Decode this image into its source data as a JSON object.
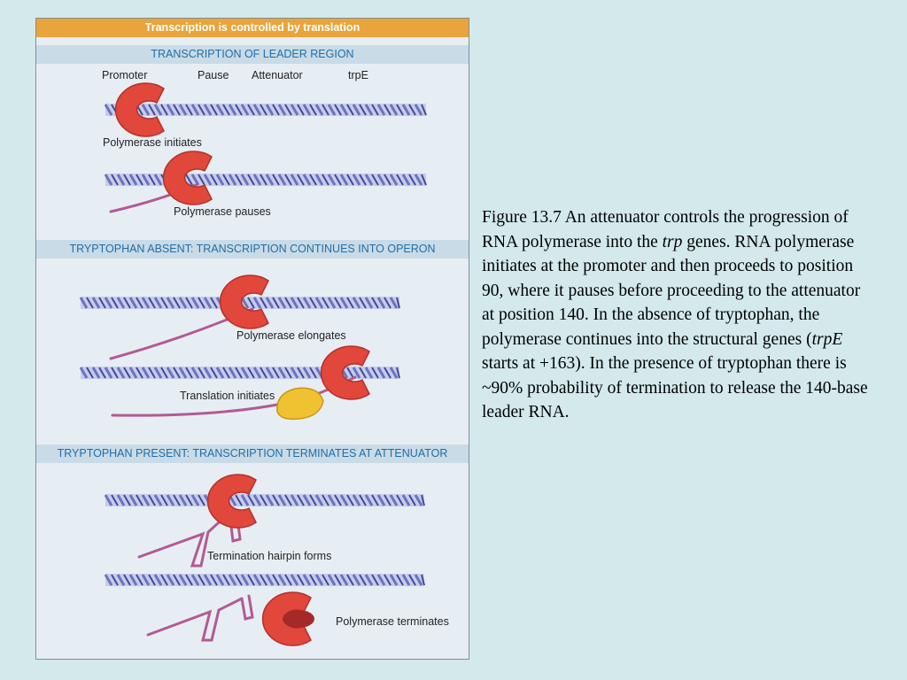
{
  "figure": {
    "title": "Transcription is controlled by translation",
    "sections": [
      "TRANSCRIPTION OF LEADER REGION",
      "TRYPTOPHAN ABSENT: TRANSCRIPTION CONTINUES INTO OPERON",
      "TRYPTOPHAN PRESENT: TRANSCRIPTION TERMINATES AT ATTENUATOR"
    ],
    "site_labels": {
      "promoter": "Promoter",
      "pause": "Pause",
      "attenuator": "Attenuator",
      "trpe": "trpE"
    },
    "step_labels": {
      "initiates": "Polymerase initiates",
      "pauses": "Polymerase pauses",
      "elongates": "Polymerase elongates",
      "translation": "Translation initiates",
      "hairpin": "Termination hairpin forms",
      "terminates": "Polymerase terminates"
    },
    "colors": {
      "title_bar": "#e9a43b",
      "band": "#c9dbe7",
      "band_text": "#1f6ea6",
      "polymerase": "#e2473b",
      "ribosome": "#f0c232",
      "rna": "#b35a92",
      "dna": "#6a73bf"
    }
  },
  "caption": {
    "prefix": "Figure 13.7  An attenuator controls the progression of RNA polymerase into the ",
    "italic1": "trp",
    "middle": " genes. RNA polymerase initiates at the promoter and then proceeds to position 90, where it pauses before proceeding to the attenuator at position 140. In the absence of tryptophan, the polymerase continues into the structural genes (",
    "italic2": "trpE",
    "suffix": " starts at +163). In the presence of tryptophan there is ~90% probability of termination to release the 140-base leader RNA."
  }
}
